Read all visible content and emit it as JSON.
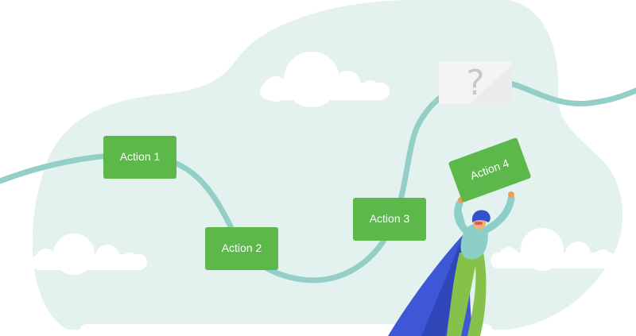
{
  "steps": [
    {
      "label": "Action 1"
    },
    {
      "label": "Action 2"
    },
    {
      "label": "Action 3"
    },
    {
      "label": "Action 4"
    }
  ],
  "unknown_step": {
    "symbol": "?"
  },
  "colors": {
    "background_blob": "#e3f2ee",
    "path_line": "#93cfc7",
    "step_box": "#5cb84a",
    "cloud": "#ffffff",
    "unknown_box": "#f4f4f4",
    "cape": "#3d57d6",
    "hero_suit": "#8ccfc9",
    "hero_legs": "#86c24b",
    "hero_hair": "#3152c9"
  },
  "illustration": {
    "hero": "superhero-carrying-step-card",
    "decorations": [
      "cloud",
      "cloud",
      "cloud",
      "cloud"
    ]
  }
}
